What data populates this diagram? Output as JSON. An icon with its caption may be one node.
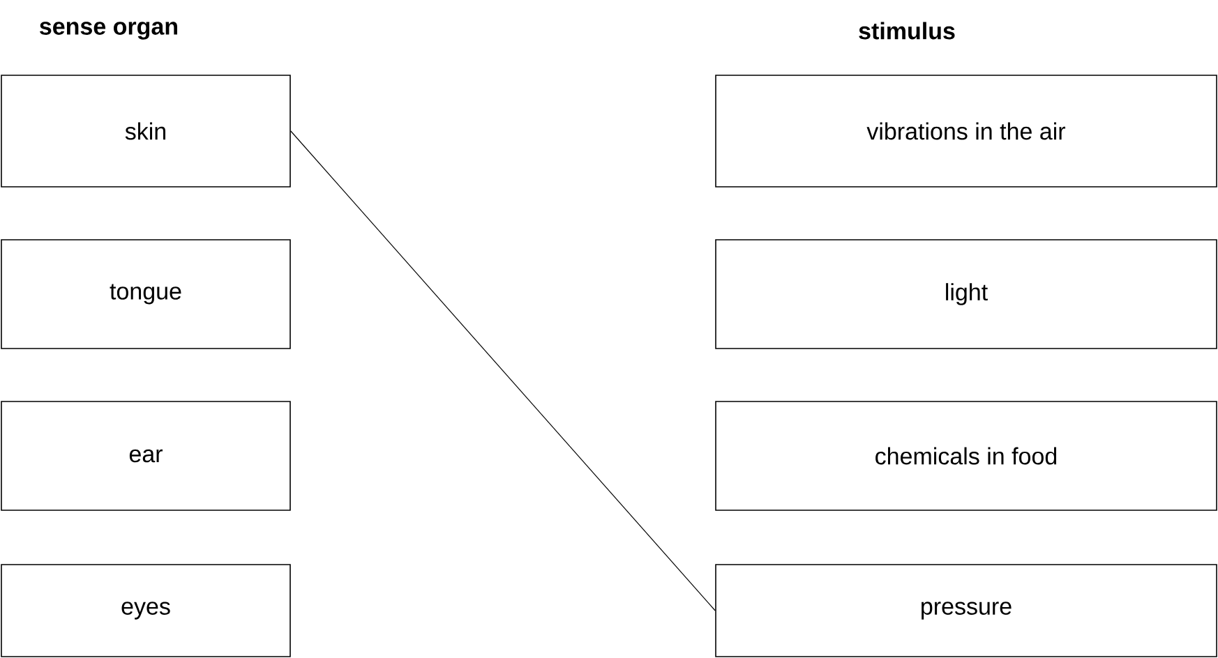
{
  "diagram": {
    "nodes": [
      {
        "text": [
          "skin"
        ]
      },
      {
        "text": [
          "tongue"
        ]
      },
      {
        "text": [
          "ear"
        ]
      },
      {
        "text": [
          "eyes"
        ]
      },
      {
        "text": [
          "vibrations in the air"
        ]
      },
      {
        "text": [
          "light"
        ]
      },
      {
        "text": [
          "chemicals in food"
        ]
      },
      {
        "text": [
          "pressure"
        ]
      }
    ],
    "edges": [
      {
        "from": 0,
        "to": 7,
        "arrow": "none"
      }
    ],
    "labels": [
      "sense organ",
      "stimulus"
    ]
  }
}
